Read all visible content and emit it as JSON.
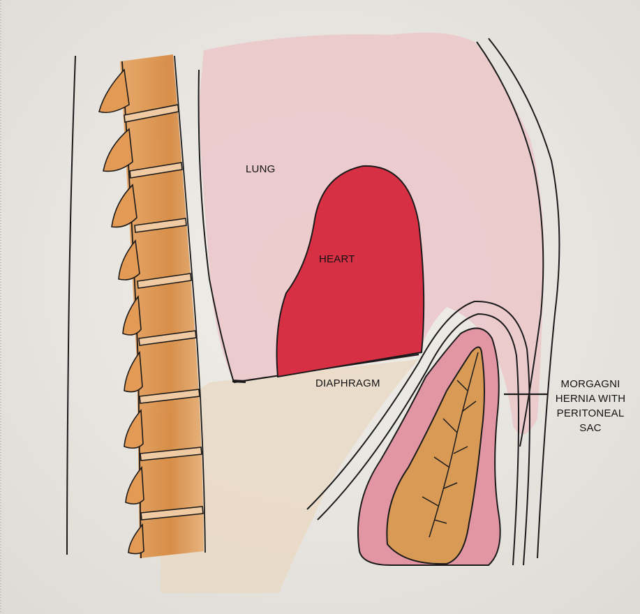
{
  "labels": {
    "lung": "LUNG",
    "heart": "HEART",
    "diaphragm": "DIAPHRAGM",
    "hernia_lines": [
      "MORGAGNI",
      "HERNIA WITH",
      "PERITONEAL",
      "SAC"
    ]
  },
  "colors": {
    "paper": "#e9e7e2",
    "lung_pink": "#ecc9cb",
    "heart_red": "#d72f43",
    "abdomen_beige": "#e9dac8",
    "sac_pink": "#e39aa7",
    "bowel_orange": "#d99a55",
    "spine_orange": "#d98f46",
    "ink": "#1a1a1a"
  }
}
